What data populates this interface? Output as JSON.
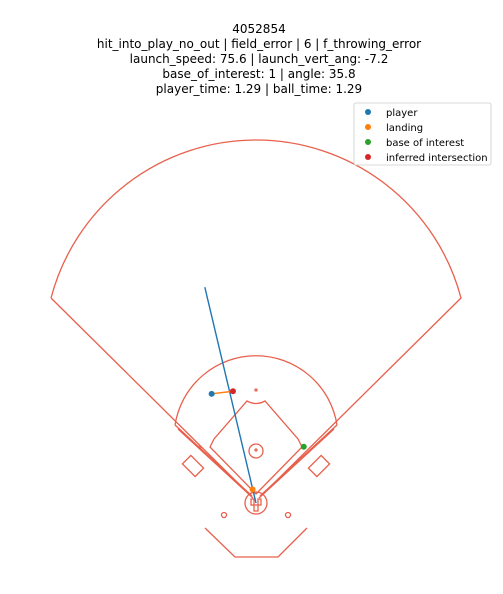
{
  "chart_data": {
    "type": "scatter",
    "title_lines": [
      "4052854",
      "hit_into_play_no_out | field_error | 6 | f_throwing_error",
      "launch_speed: 75.6 | launch_vert_ang: -7.2",
      "base_of_interest: 1 | angle: 35.8",
      "player_time: 1.29 | ball_time: 1.29"
    ],
    "legend": [
      {
        "label": "player",
        "color": "#1f77b4"
      },
      {
        "label": "landing",
        "color": "#ff7f0e"
      },
      {
        "label": "base of interest",
        "color": "#2ca02c"
      },
      {
        "label": "inferred intersection",
        "color": "#d62728"
      }
    ],
    "legend_position": "top-right",
    "axes_visible": false,
    "field_color": "#e8604c",
    "xlim": [
      -250,
      250
    ],
    "ylim": [
      -60,
      420
    ],
    "points": [
      {
        "series": "player",
        "x": -52,
        "y": 128
      },
      {
        "series": "landing",
        "x": -4,
        "y": 16
      },
      {
        "series": "base of interest",
        "x": 56,
        "y": 66
      },
      {
        "series": "inferred intersection",
        "x": -27,
        "y": 131
      }
    ],
    "lines": [
      {
        "name": "ball path",
        "color": "#1f77b4",
        "x": [
          0,
          -50
        ],
        "y": 0,
        "y_end": 250
      },
      {
        "name": "player to intersection",
        "color": "#ff7f0e"
      }
    ]
  }
}
